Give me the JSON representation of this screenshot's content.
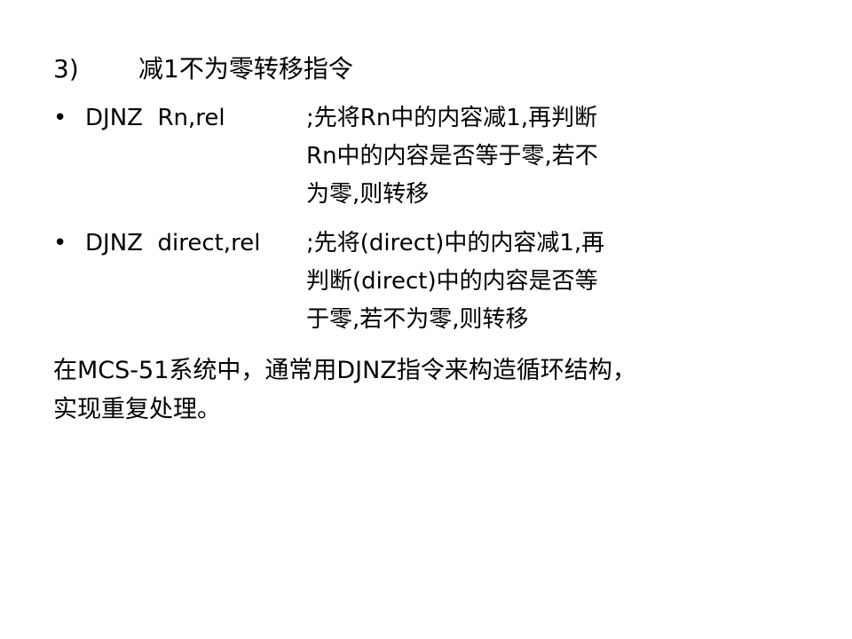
{
  "slide": {
    "heading": {
      "number": "3)",
      "title": "减1不为零转移指令"
    },
    "items": [
      {
        "bullet": "•",
        "instruction": "DJNZ  Rn,rel",
        "description_lines": [
          ";先将Rn中的内容减1,再判断",
          "Rn中的内容是否等于零,若不",
          "为零,则转移"
        ]
      },
      {
        "bullet": "•",
        "instruction": "DJNZ  direct,rel",
        "description_lines": [
          ";先将(direct)中的内容减1,再",
          "判断(direct)中的内容是否等",
          "于零,若不为零,则转移"
        ]
      }
    ],
    "summary_lines": [
      "在MCS-51系统中，通常用DJNZ指令来构造循环结构，",
      "实现重复处理。"
    ]
  }
}
